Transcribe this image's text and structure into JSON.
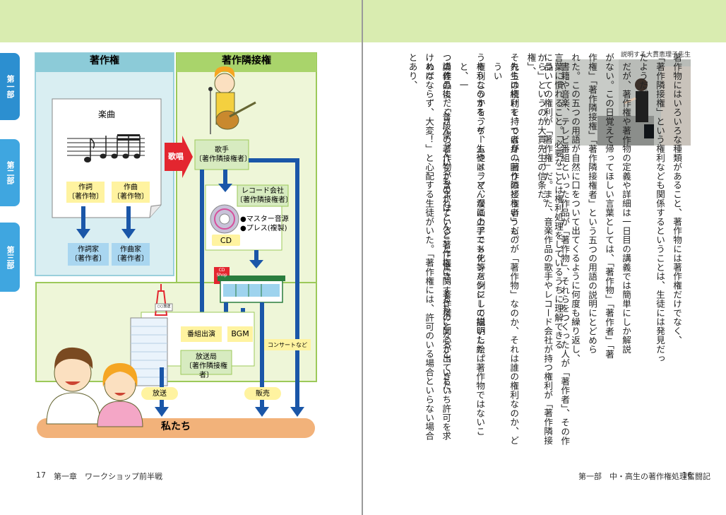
{
  "tabs": [
    "第一部",
    "第二部",
    "第三部"
  ],
  "diagram": {
    "copyright_title": "著作権",
    "neighboring_title": "著作隣接権",
    "music_title": "楽曲",
    "lyrics_label": "作詞\n〔著作物〕",
    "composition_label": "作曲\n〔著作物〕",
    "lyricist_label": "作詞家\n〔著作者〕",
    "composer_label": "作曲家\n〔著作者〕",
    "singing_label": "歌唱",
    "singer_label": "歌手\n〔著作隣接権者〕",
    "record_company_label": "レコード会社\n〔著作隣接権者〕",
    "master_label": "●マスター音源\n●プレス(複製)",
    "cd_label": "CD",
    "cd_shop_sign": "CD\nShop",
    "tower_sign": "○○放送",
    "tv_appearance_label": "番組出演",
    "bgm_label": "BGM",
    "broadcaster_label": "放送局\n〔著作隣接権者〕",
    "concert_label": "コンサートなど",
    "broadcast_label": "放送",
    "sales_label": "販売",
    "us_label": "私たち"
  },
  "footer": {
    "left_page": "17",
    "left_text": "第一章　ワークショップ前半戦",
    "right_text": "第一部　中・高生の著作権処理奮闘記",
    "right_page": "16"
  },
  "photo_caption": "説明する大貫恵理子先生",
  "paragraphs": [
    "著作物にはいろいろな種類があること、著作物には著作権だけでなく、",
    "「著作隣接権」という権利なども関係するということは、生徒には発見だっ",
    "たようだ。",
    "だが、著作権や著作物の定義や詳細は一日目の講義では簡単にしか解説",
    "がない。この日覚えて帰ってほしい言葉としては、「著作物」「著作者」「著",
    "作権」「著作隣接権」「著作隣接権者」という五つの用語の説明にとどめら",
    "れた。この五つの用語が自然に口をついて出てくるように何度も繰り返し、",
    "言葉に慣れること。「必要なことは権利処理をしているうちに理解できる",
    "から」というのが大貫先生の信条だ。",
    "書籍や音楽、テレビ番組といった作品が「著作物」、それらをつくった人が「著作者」、その作品",
    "についての権利が「著作権」だ。また、音楽作品の歌手やレコード会社が持つ権利が「著作隣接権」、",
    "それらの権利を持つ者が「著作隣接権者」だ。",
    "先生は続けて、では身の回りのどういうものが「著作物」なのか、それは誰の権利なのか、どうい",
    "う権利なのかを、ゲームやドラマ、漫画のアニメ化等を例にして説明した。",
    "そうこうするうち、生徒は、どんなに上手でもチンパンジーの描いた絵は著作物ではないこと、一",
    "つの作品にたくさんの著作物が含まれていることに驚き、著作権に関心が出てきた。",
    "講義の後、「普段使っているものがほとんど著作権に関するものとなると、いちいち許可を求めな",
    "ければならず、大変！」と心配する生徒がいた。「著作権には、許可のいる場合といらない場合とあり、"
  ]
}
